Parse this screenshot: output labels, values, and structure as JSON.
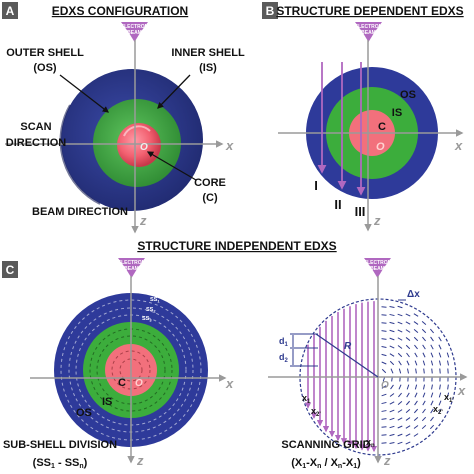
{
  "panel_a": {
    "letter": "A",
    "title": "EDXS CONFIGURATION",
    "electron_beam": [
      "ELECTRON",
      "BEAM"
    ],
    "labels": {
      "outer_shell": "OUTER SHELL",
      "outer_shell_abbr": "(OS)",
      "inner_shell": "INNER SHELL",
      "inner_shell_abbr": "(IS)",
      "scan": "SCAN",
      "direction": "DIRECTION",
      "core": "CORE",
      "core_abbr": "(C)",
      "beam_direction": "BEAM DIRECTION",
      "origin": "O",
      "x_axis": "x",
      "z_axis": "z"
    }
  },
  "panel_b": {
    "letter": "B",
    "title": "STRUCTURE DEPENDENT EDXS",
    "electron_beam": [
      "ELECTRON",
      "BEAM"
    ],
    "labels": {
      "os": "OS",
      "is": "IS",
      "c": "C",
      "origin": "O",
      "x_axis": "x",
      "z_axis": "z",
      "scan_1": "I",
      "scan_2": "II",
      "scan_3": "III"
    }
  },
  "panel_c": {
    "letter": "C",
    "title": "STRUCTURE INDEPENDENT EDXS",
    "electron_beam": [
      "ELECTRON",
      "BEAM"
    ],
    "left": {
      "ss1": "SS",
      "ss1_sub": "1",
      "ss2": "SS",
      "ss2_sub": "2",
      "ss3": "SS",
      "ss3_sub": "3",
      "os": "OS",
      "is": "IS",
      "c": "C",
      "origin": "O",
      "x_axis": "x",
      "z_axis": "z",
      "caption": "SUB-SHELL DIVISION",
      "range": "(SS",
      "range_sub1": "1",
      "range_mid": " - SS",
      "range_sub2": "n",
      "range_end": ")"
    },
    "right": {
      "dx": "Δx",
      "d1": "d",
      "d1_sub": "1",
      "d2": "d",
      "d2_sub": "2",
      "r": "R",
      "origin": "O",
      "x_axis": "x",
      "z_axis": "z",
      "x1": "x",
      "x1_sub": "1",
      "x2": "x",
      "x2_sub": "2'",
      "xn": "x",
      "xn_sub": "n",
      "x1p": "x",
      "x1p_sub": "1'",
      "x2p": "x",
      "x2p_sub": "2'",
      "caption": "SCANNING GRID",
      "range": "(X",
      "range_sub1": "1",
      "range_mid1": "-X",
      "range_sub2": "n",
      "range_mid2": " / X",
      "range_sub3": "n",
      "range_mid3": "-X",
      "range_sub4": "1",
      "range_end": ")"
    }
  },
  "colors": {
    "outer_shell": "#2e3a8e",
    "inner_shell": "#3ca33c",
    "core": "#ef5a66",
    "beam": "#b068c0",
    "axis": "#9a9a9a",
    "label_box": "#5a5a5a"
  }
}
